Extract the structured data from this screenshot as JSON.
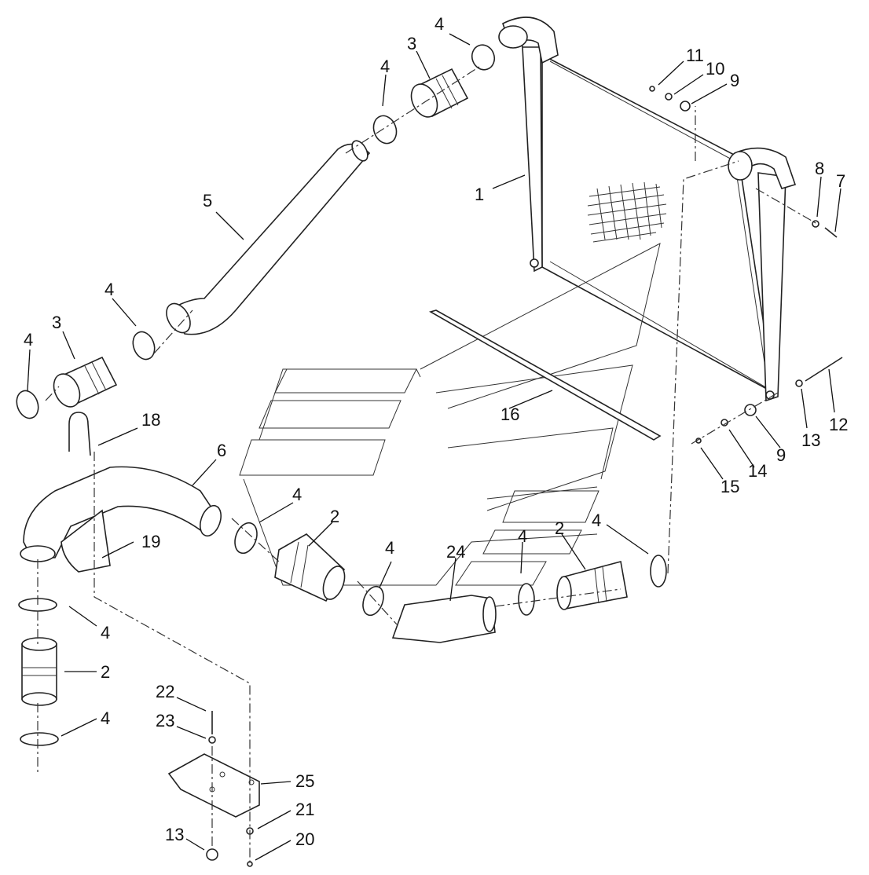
{
  "callouts": [
    {
      "id": "c1",
      "text": "1"
    },
    {
      "id": "c2a",
      "text": "2"
    },
    {
      "id": "c2b",
      "text": "2"
    },
    {
      "id": "c2c",
      "text": "2"
    },
    {
      "id": "c3a",
      "text": "3"
    },
    {
      "id": "c3b",
      "text": "3"
    },
    {
      "id": "c4a",
      "text": "4"
    },
    {
      "id": "c4b",
      "text": "4"
    },
    {
      "id": "c4c",
      "text": "4"
    },
    {
      "id": "c4d",
      "text": "4"
    },
    {
      "id": "c4e",
      "text": "4"
    },
    {
      "id": "c4f",
      "text": "4"
    },
    {
      "id": "c4g",
      "text": "4"
    },
    {
      "id": "c4h",
      "text": "4"
    },
    {
      "id": "c4i",
      "text": "4"
    },
    {
      "id": "c4j",
      "text": "4"
    },
    {
      "id": "c5",
      "text": "5"
    },
    {
      "id": "c6",
      "text": "6"
    },
    {
      "id": "c7",
      "text": "7"
    },
    {
      "id": "c8",
      "text": "8"
    },
    {
      "id": "c9a",
      "text": "9"
    },
    {
      "id": "c9b",
      "text": "9"
    },
    {
      "id": "c10",
      "text": "10"
    },
    {
      "id": "c11",
      "text": "11"
    },
    {
      "id": "c12",
      "text": "12"
    },
    {
      "id": "c13a",
      "text": "13"
    },
    {
      "id": "c13b",
      "text": "13"
    },
    {
      "id": "c14",
      "text": "14"
    },
    {
      "id": "c15",
      "text": "15"
    },
    {
      "id": "c16",
      "text": "16"
    },
    {
      "id": "c18",
      "text": "18"
    },
    {
      "id": "c19",
      "text": "19"
    },
    {
      "id": "c20",
      "text": "20"
    },
    {
      "id": "c21",
      "text": "21"
    },
    {
      "id": "c22",
      "text": "22"
    },
    {
      "id": "c23",
      "text": "23"
    },
    {
      "id": "c24",
      "text": "24"
    },
    {
      "id": "c25",
      "text": "25"
    }
  ]
}
